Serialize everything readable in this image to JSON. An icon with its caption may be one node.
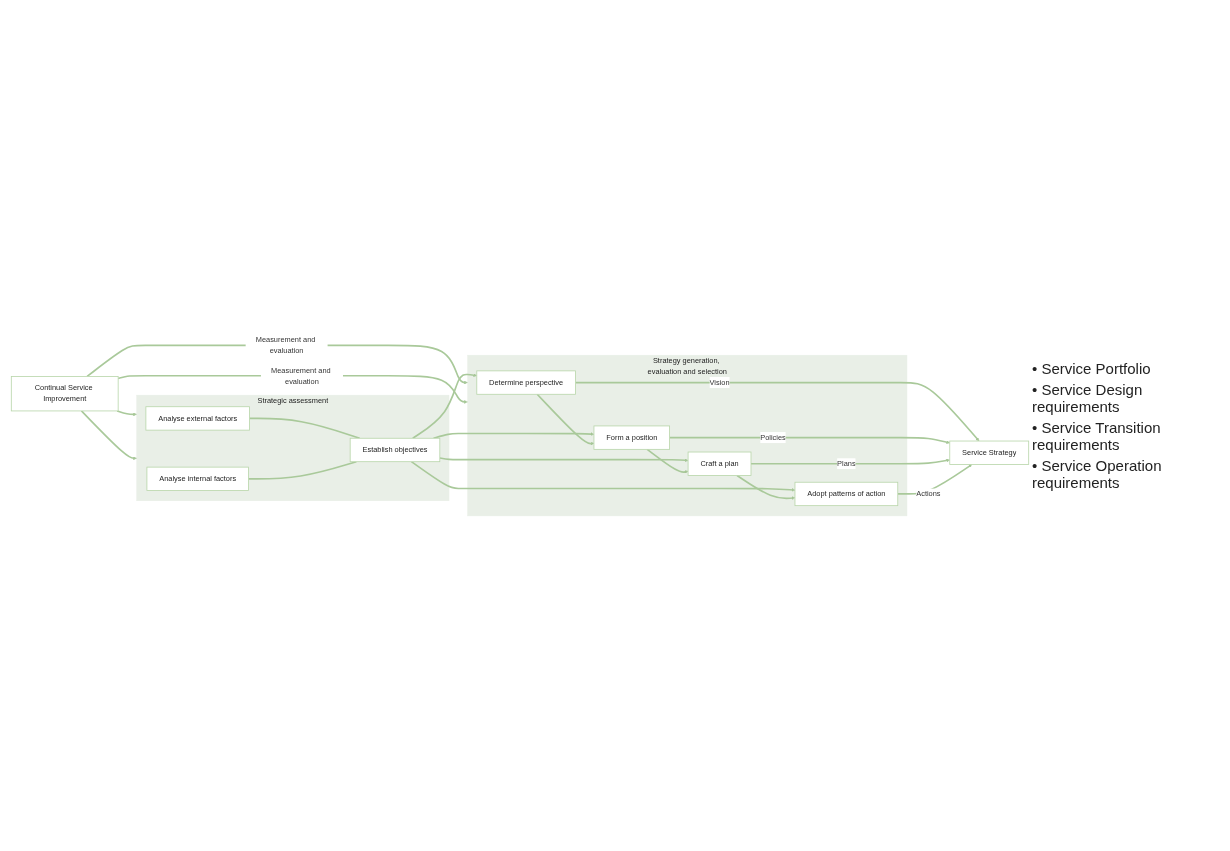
{
  "diagram": {
    "nodes": [
      {
        "text": [
          "Strategic assessment"
        ]
      },
      {
        "text": [
          "Analyse external factors"
        ],
        "in": 0
      },
      {
        "text": [
          "Establish objectives"
        ],
        "in": 0
      },
      {
        "text": [
          "Analyse internal factors"
        ],
        "in": 0
      },
      {
        "text": [
          "Strategy generation, evaluation and selection"
        ]
      },
      {
        "text": [
          "Determine perspective"
        ],
        "in": 4
      },
      {
        "text": [
          "Form a position"
        ],
        "in": 4
      },
      {
        "text": [
          "Craft a plan"
        ],
        "in": 4
      },
      {
        "text": [
          "Adopt patterns of action"
        ],
        "in": 4
      },
      {
        "text": [
          "Service Strategy"
        ],
        "beside": [
          "• Service Portfolio",
          "• Service Design requirements",
          "• Service Transition requirements",
          "• Service Operation requirements"
        ]
      },
      {
        "text": [
          "Continual Service Improvement"
        ]
      }
    ],
    "edges": [
      {
        "from": 1,
        "to": 2,
        "arrow": "none"
      },
      {
        "from": 3,
        "to": 2,
        "arrow": "none"
      },
      {
        "from": 2,
        "to": 5,
        "arrow": "to"
      },
      {
        "from": 2,
        "to": 6,
        "arrow": "to"
      },
      {
        "from": 2,
        "to": 7,
        "arrow": "to"
      },
      {
        "from": 2,
        "to": 8,
        "arrow": "to"
      },
      {
        "from": 5,
        "to": 6,
        "arrow": "to"
      },
      {
        "from": 6,
        "to": 7,
        "arrow": "to"
      },
      {
        "from": 7,
        "to": 8,
        "arrow": "to"
      },
      {
        "from": 5,
        "to": 9,
        "arrow": "to",
        "label": "Vision"
      },
      {
        "from": 6,
        "to": 9,
        "arrow": "to",
        "label": "Policies"
      },
      {
        "from": 7,
        "to": 9,
        "arrow": "to",
        "label": "Plans"
      },
      {
        "from": 8,
        "to": 9,
        "arrow": "to",
        "label": "Actions"
      },
      {
        "from": 10,
        "to": 4,
        "arrow": "to",
        "label": "Measurement and evaluation"
      },
      {
        "from": 10,
        "to": 0,
        "arrow": "to"
      },
      {
        "from": 10,
        "to": 4,
        "arrow": "to",
        "label": "Measurement and evaluation"
      },
      {
        "from": 10,
        "to": 0,
        "arrow": "to"
      }
    ]
  }
}
